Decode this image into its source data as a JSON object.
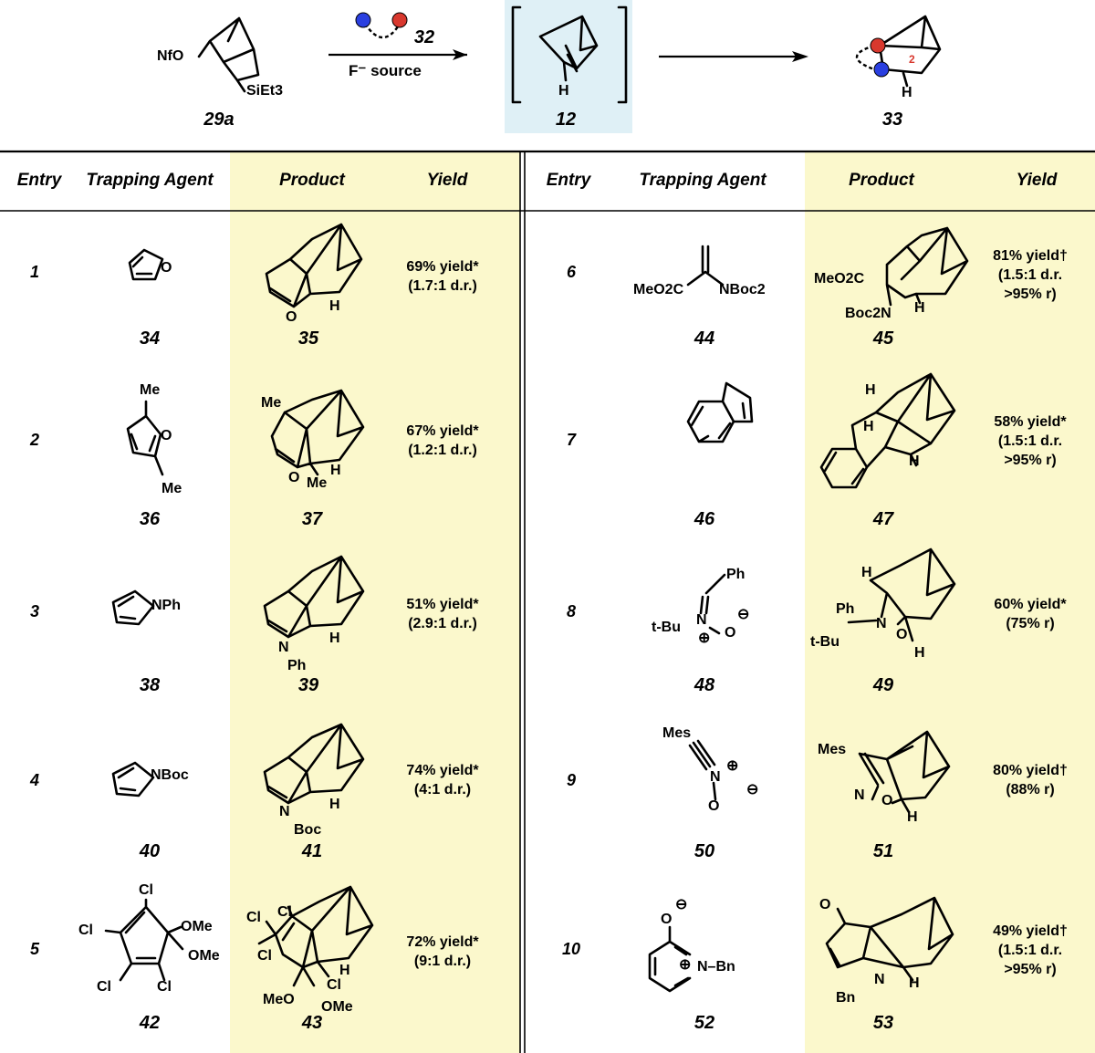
{
  "scheme": {
    "start_label": "29a",
    "start_groups": {
      "leaving": "NfO",
      "silyl": "SiEt3"
    },
    "reagent_label": "32",
    "reagent_text": "F⁻ source",
    "intermediate_label": "12",
    "intermediate_h": "H",
    "product_label": "33",
    "product_h": "H",
    "product_position": "2"
  },
  "table": {
    "headers": {
      "entry": "Entry",
      "trapping_agent": "Trapping Agent",
      "product": "Product",
      "yield": "Yield"
    },
    "rows": [
      {
        "entry": "1",
        "agent": "34",
        "product": "35",
        "yield": [
          "69% yield*",
          "(1.7:1 d.r.)"
        ]
      },
      {
        "entry": "2",
        "agent": "36",
        "product": "37",
        "yield": [
          "67% yield*",
          "(1.2:1 d.r.)"
        ]
      },
      {
        "entry": "3",
        "agent": "38",
        "product": "39",
        "yield": [
          "51% yield*",
          "(2.9:1 d.r.)"
        ]
      },
      {
        "entry": "4",
        "agent": "40",
        "product": "41",
        "yield": [
          "74% yield*",
          "(4:1 d.r.)"
        ]
      },
      {
        "entry": "5",
        "agent": "42",
        "product": "43",
        "yield": [
          "72% yield*",
          "(9:1 d.r.)"
        ]
      },
      {
        "entry": "6",
        "agent": "44",
        "product": "45",
        "yield": [
          "81% yield†",
          "(1.5:1 d.r.",
          ">95% r)"
        ]
      },
      {
        "entry": "7",
        "agent": "46",
        "product": "47",
        "yield": [
          "58% yield*",
          "(1.5:1 d.r.",
          ">95% r)"
        ]
      },
      {
        "entry": "8",
        "agent": "48",
        "product": "49",
        "yield": [
          "60% yield*",
          "(75% r)"
        ]
      },
      {
        "entry": "9",
        "agent": "50",
        "product": "51",
        "yield": [
          "80% yield†",
          "(88% r)"
        ]
      },
      {
        "entry": "10",
        "agent": "52",
        "product": "53",
        "yield": [
          "49% yield†",
          "(1.5:1 d.r.",
          ">95% r)"
        ]
      }
    ]
  },
  "atoms": {
    "o": "O",
    "n": "N",
    "h": "H",
    "me": "Me",
    "nph": "NPh",
    "nboc": "NBoc",
    "ph": "Ph",
    "cl": "Cl",
    "ome": "OMe",
    "meo": "MeO",
    "meo2c": "MeO2C",
    "nboc2": "NBoc2",
    "boc": "Boc",
    "boc2n": "Boc2N",
    "tbu": "t-Bu",
    "mes": "Mes",
    "bn": "Bn",
    "nbn": "N–Bn",
    "plus": "⊕",
    "minus": "⊖"
  },
  "colors": {
    "highlight": "#fbf8cc",
    "intermediate_bg": "#dff0f6",
    "red_ball": "#d8382e",
    "blue_ball": "#2a3fe0"
  }
}
